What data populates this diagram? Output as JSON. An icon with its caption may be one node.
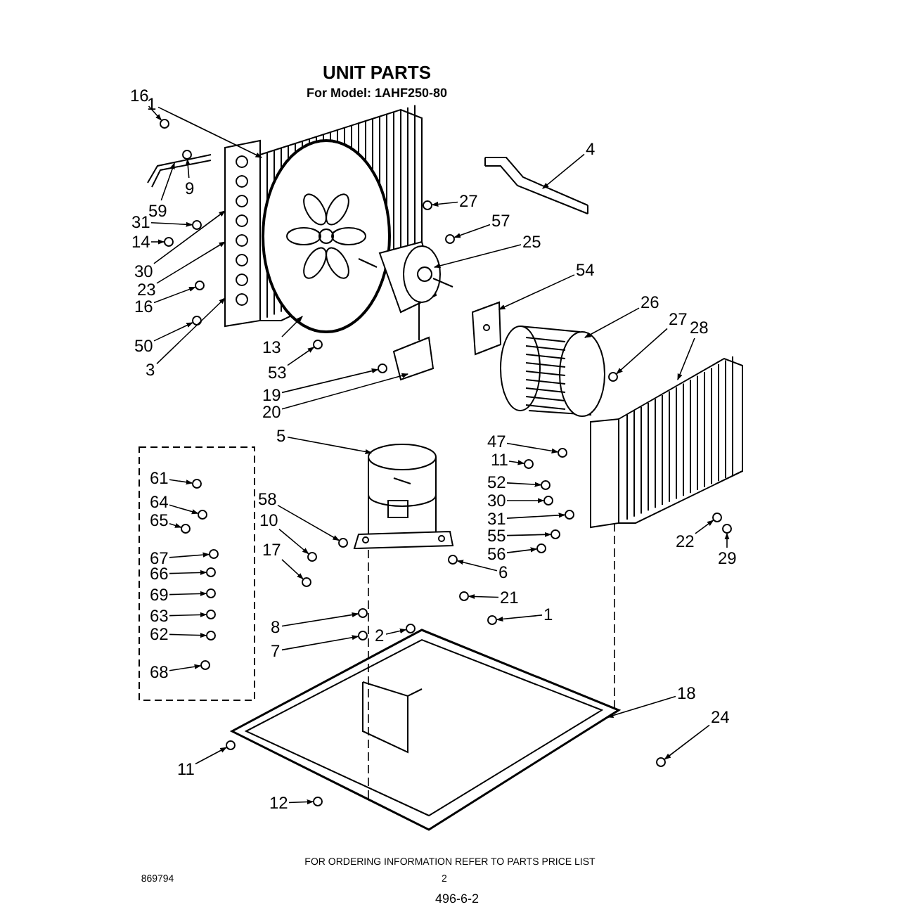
{
  "diagram": {
    "title": "UNIT PARTS",
    "nodes": [
      {
        "text": [
          "16"
        ]
      },
      {
        "text": [
          "1"
        ]
      },
      {
        "text": [
          "9"
        ]
      },
      {
        "text": [
          "59"
        ]
      },
      {
        "text": [
          "31"
        ]
      },
      {
        "text": [
          "14"
        ]
      },
      {
        "text": [
          "30"
        ]
      },
      {
        "text": [
          "23"
        ]
      },
      {
        "text": [
          "16"
        ]
      },
      {
        "text": [
          "50"
        ]
      },
      {
        "text": [
          "3"
        ]
      },
      {
        "text": [
          "13"
        ]
      },
      {
        "text": [
          "53"
        ]
      },
      {
        "text": [
          "19"
        ]
      },
      {
        "text": [
          "20"
        ]
      },
      {
        "text": [
          "27"
        ]
      },
      {
        "text": [
          "57"
        ]
      },
      {
        "text": [
          "25"
        ]
      },
      {
        "text": [
          "4"
        ]
      },
      {
        "text": [
          "54"
        ]
      },
      {
        "text": [
          "26"
        ]
      },
      {
        "text": [
          "27"
        ]
      },
      {
        "text": [
          "28"
        ]
      },
      {
        "text": [
          "5"
        ]
      },
      {
        "text": [
          "61"
        ]
      },
      {
        "text": [
          "64"
        ]
      },
      {
        "text": [
          "65"
        ]
      },
      {
        "text": [
          "58"
        ]
      },
      {
        "text": [
          "10"
        ]
      },
      {
        "text": [
          "17"
        ]
      },
      {
        "text": [
          "67"
        ]
      },
      {
        "text": [
          "66"
        ]
      },
      {
        "text": [
          "69"
        ]
      },
      {
        "text": [
          "63"
        ]
      },
      {
        "text": [
          "62"
        ]
      },
      {
        "text": [
          "68"
        ]
      },
      {
        "text": [
          "8"
        ]
      },
      {
        "text": [
          "7"
        ]
      },
      {
        "text": [
          "2"
        ]
      },
      {
        "text": [
          "47"
        ]
      },
      {
        "text": [
          "11"
        ]
      },
      {
        "text": [
          "52"
        ]
      },
      {
        "text": [
          "30"
        ]
      },
      {
        "text": [
          "31"
        ]
      },
      {
        "text": [
          "55"
        ]
      },
      {
        "text": [
          "56"
        ]
      },
      {
        "text": [
          "6"
        ]
      },
      {
        "text": [
          "21"
        ]
      },
      {
        "text": [
          "1"
        ]
      },
      {
        "text": [
          "22"
        ]
      },
      {
        "text": [
          "29"
        ]
      },
      {
        "text": [
          "18"
        ]
      },
      {
        "text": [
          "24"
        ]
      },
      {
        "text": [
          "11"
        ]
      },
      {
        "text": [
          "12"
        ]
      },
      {
        "text": [],
        "shape": "picture"
      },
      {
        "text": [],
        "shape": "picture"
      },
      {
        "text": [],
        "shape": "picture"
      },
      {
        "text": [],
        "shape": "picture"
      },
      {
        "text": [],
        "shape": "picture"
      },
      {
        "text": [],
        "shape": "picture"
      },
      {
        "text": [],
        "shape": "picture"
      },
      {
        "text": [],
        "shape": "picture"
      },
      {
        "text": [],
        "shape": "picture"
      },
      {
        "text": [],
        "shape": "picture"
      },
      {
        "text": [],
        "shape": "circle"
      },
      {
        "text": [],
        "shape": "circle"
      },
      {
        "text": [],
        "shape": "circle"
      },
      {
        "text": [],
        "shape": "circle"
      },
      {
        "text": [],
        "shape": "circle"
      },
      {
        "text": [],
        "shape": "circle"
      },
      {
        "text": [],
        "shape": "circle"
      },
      {
        "text": [],
        "shape": "circle"
      },
      {
        "text": [],
        "shape": "circle"
      },
      {
        "text": [],
        "shape": "circle"
      },
      {
        "text": [],
        "shape": "circle"
      },
      {
        "text": [],
        "shape": "circle"
      },
      {
        "text": [],
        "shape": "circle"
      },
      {
        "text": [],
        "shape": "circle"
      },
      {
        "text": [],
        "shape": "circle"
      },
      {
        "text": [],
        "shape": "circle"
      },
      {
        "text": [],
        "shape": "circle"
      },
      {
        "text": [],
        "shape": "circle"
      },
      {
        "text": [],
        "shape": "circle"
      },
      {
        "text": [],
        "shape": "circle"
      },
      {
        "text": [],
        "shape": "circle"
      },
      {
        "text": [],
        "shape": "circle"
      },
      {
        "text": [],
        "shape": "circle"
      },
      {
        "text": [],
        "shape": "circle"
      },
      {
        "text": [],
        "shape": "circle"
      },
      {
        "text": [],
        "shape": "circle"
      },
      {
        "text": [],
        "shape": "circle"
      },
      {
        "text": [],
        "shape": "circle"
      },
      {
        "text": [],
        "shape": "circle"
      },
      {
        "text": [],
        "shape": "circle"
      },
      {
        "text": [],
        "shape": "circle"
      },
      {
        "text": [],
        "shape": "circle"
      },
      {
        "text": [],
        "shape": "circle"
      },
      {
        "text": [],
        "shape": "circle"
      },
      {
        "text": [],
        "shape": "circle"
      },
      {
        "text": [],
        "shape": "circle"
      },
      {
        "text": [],
        "shape": "circle"
      },
      {
        "text": [],
        "shape": "circle"
      },
      {
        "text": [],
        "shape": "circle"
      },
      {
        "text": [],
        "shape": "circle"
      },
      {
        "text": [],
        "shape": "circle"
      }
    ],
    "edges": [
      {
        "from": 0,
        "to": 65,
        "arrow": "to"
      },
      {
        "from": 1,
        "to": 55,
        "arrow": "to"
      },
      {
        "from": 2,
        "to": 66,
        "arrow": "to"
      },
      {
        "from": 3,
        "to": 55,
        "arrow": "to"
      },
      {
        "from": 4,
        "to": 67,
        "arrow": "to"
      },
      {
        "from": 5,
        "to": 68,
        "arrow": "to"
      },
      {
        "from": 6,
        "to": 55,
        "arrow": "to"
      },
      {
        "from": 7,
        "to": 55,
        "arrow": "to"
      },
      {
        "from": 8,
        "to": 69,
        "arrow": "to"
      },
      {
        "from": 9,
        "to": 70,
        "arrow": "to"
      },
      {
        "from": 10,
        "to": 55,
        "arrow": "to"
      },
      {
        "from": 11,
        "to": 56,
        "arrow": "to"
      },
      {
        "from": 12,
        "to": 71,
        "arrow": "to"
      },
      {
        "from": 13,
        "to": 72,
        "arrow": "to"
      },
      {
        "from": 14,
        "to": 64,
        "arrow": "to"
      },
      {
        "from": 15,
        "to": 73,
        "arrow": "to"
      },
      {
        "from": 16,
        "to": 74,
        "arrow": "to"
      },
      {
        "from": 17,
        "to": 57,
        "arrow": "to"
      },
      {
        "from": 18,
        "to": 58,
        "arrow": "to"
      },
      {
        "from": 19,
        "to": 59,
        "arrow": "to"
      },
      {
        "from": 20,
        "to": 60,
        "arrow": "to"
      },
      {
        "from": 21,
        "to": 75,
        "arrow": "to"
      },
      {
        "from": 22,
        "to": 61,
        "arrow": "to"
      },
      {
        "from": 23,
        "to": 62,
        "arrow": "to"
      },
      {
        "from": 24,
        "to": 76,
        "arrow": "to"
      },
      {
        "from": 25,
        "to": 77,
        "arrow": "to"
      },
      {
        "from": 26,
        "to": 78,
        "arrow": "to"
      },
      {
        "from": 27,
        "to": 79,
        "arrow": "to"
      },
      {
        "from": 28,
        "to": 80,
        "arrow": "to"
      },
      {
        "from": 29,
        "to": 81,
        "arrow": "to"
      },
      {
        "from": 30,
        "to": 82,
        "arrow": "to"
      },
      {
        "from": 31,
        "to": 83,
        "arrow": "to"
      },
      {
        "from": 32,
        "to": 84,
        "arrow": "to"
      },
      {
        "from": 33,
        "to": 85,
        "arrow": "to"
      },
      {
        "from": 34,
        "to": 86,
        "arrow": "to"
      },
      {
        "from": 35,
        "to": 87,
        "arrow": "to"
      },
      {
        "from": 36,
        "to": 88,
        "arrow": "to"
      },
      {
        "from": 37,
        "to": 89,
        "arrow": "to"
      },
      {
        "from": 38,
        "to": 90,
        "arrow": "to"
      },
      {
        "from": 39,
        "to": 91,
        "arrow": "to"
      },
      {
        "from": 40,
        "to": 92,
        "arrow": "to"
      },
      {
        "from": 41,
        "to": 93,
        "arrow": "to"
      },
      {
        "from": 42,
        "to": 94,
        "arrow": "to"
      },
      {
        "from": 43,
        "to": 95,
        "arrow": "to"
      },
      {
        "from": 44,
        "to": 96,
        "arrow": "to"
      },
      {
        "from": 45,
        "to": 97,
        "arrow": "to"
      },
      {
        "from": 46,
        "to": 98,
        "arrow": "to"
      },
      {
        "from": 47,
        "to": 99,
        "arrow": "to"
      },
      {
        "from": 48,
        "to": 100,
        "arrow": "to"
      },
      {
        "from": 49,
        "to": 101,
        "arrow": "to"
      },
      {
        "from": 50,
        "to": 102,
        "arrow": "to"
      },
      {
        "from": 51,
        "to": 63,
        "arrow": "to"
      },
      {
        "from": 52,
        "to": 103,
        "arrow": "to"
      },
      {
        "from": 53,
        "to": 104,
        "arrow": "to"
      },
      {
        "from": 54,
        "to": 105,
        "arrow": "to"
      },
      {
        "from": 61,
        "to": 63,
        "arrow": "none",
        "style": "dashed"
      },
      {
        "from": 62,
        "to": 63,
        "arrow": "none",
        "style": "dashed"
      }
    ],
    "labels": [
      "For Model: 1AHF250-80",
      "FOR ORDERING INFORMATION REFER TO PARTS PRICE LIST",
      "869794",
      "2",
      "496-6-2"
    ]
  }
}
